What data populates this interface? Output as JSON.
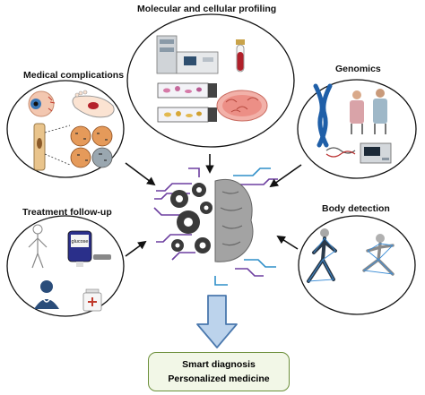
{
  "labels": {
    "molecular": "Molecular and cellular profiling",
    "complications": "Medical complications",
    "genomics": "Genomics",
    "treatment": "Treatment follow-up",
    "body": "Body detection"
  },
  "glucose_text": "glucose",
  "outcome": {
    "line1": "Smart diagnosis",
    "line2": "Personalized medicine"
  },
  "colors": {
    "arrow": "#111111",
    "big_arrow_fill": "#bcd3ec",
    "big_arrow_stroke": "#4a78ad",
    "gear": "#3a3a3a",
    "brain": "#9a9a9a",
    "circuit_purple": "#6d3fa0",
    "circuit_blue": "#2f8fc9",
    "outcome_bg": "#f2f7e7",
    "outcome_border": "#6c8f3a"
  }
}
